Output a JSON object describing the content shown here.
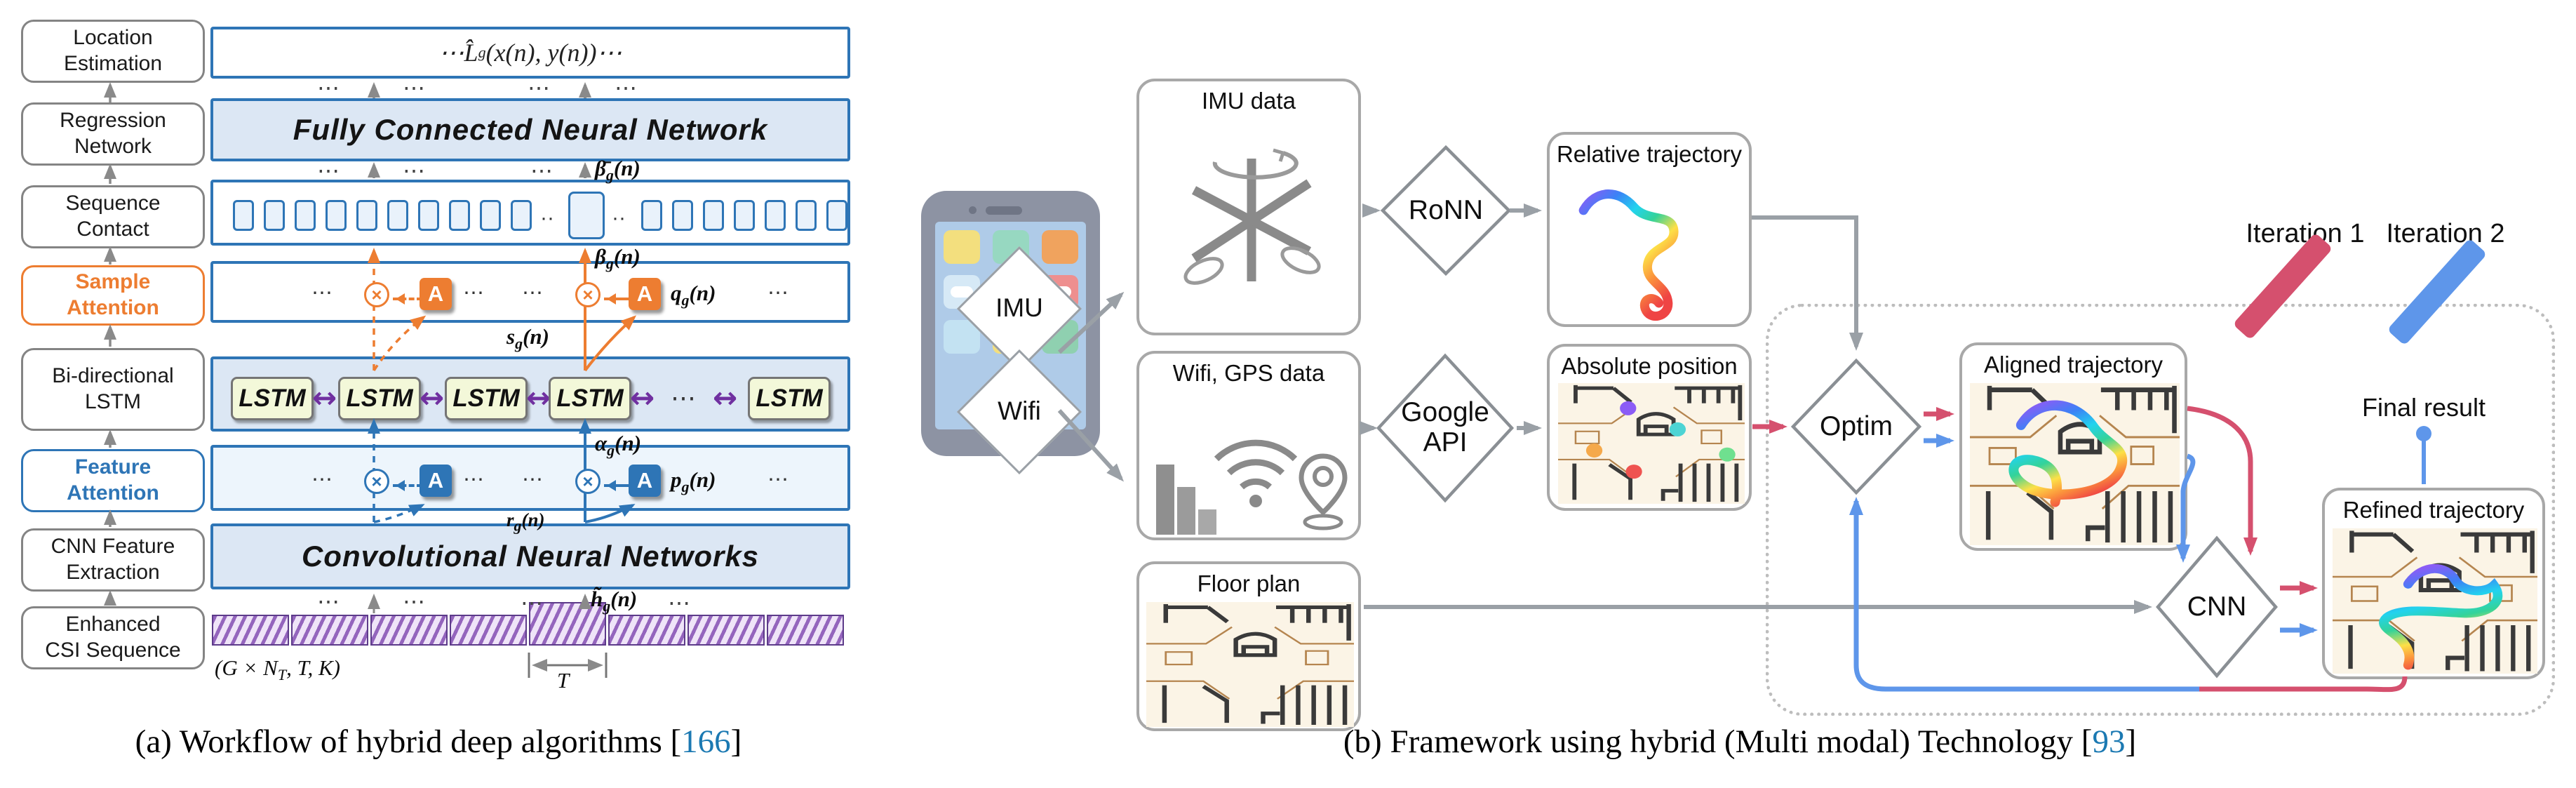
{
  "colors": {
    "accent_blue": "#2E75B6",
    "accent_orange": "#ED7D31",
    "purple": "#7030A0",
    "box_fill_blue": "#DCE7F4",
    "lstm_pill_fill": "#F3F8D9",
    "csi_purple": "#5D3B8A",
    "flow_red": "#D5506E",
    "flow_blue": "#5E96EA",
    "gray_arrow": "#9AA0A6",
    "citation_blue": "#1B79B2"
  },
  "captions": {
    "a": {
      "pre": "(a) Workflow of hybrid deep algorithms [",
      "ref": "166",
      "post": "]"
    },
    "b": {
      "pre": "(b) Framework using hybrid (Multi modal) Technology [",
      "ref": "93",
      "post": "]"
    }
  },
  "left": {
    "dots": "⋯",
    "dots_small": "··",
    "labels": {
      "location": {
        "l1": "Location",
        "l2": "Estimation"
      },
      "regression": {
        "l1": "Regression",
        "l2": "Network"
      },
      "sequence": {
        "l1": "Sequence",
        "l2": "Contact"
      },
      "sample": {
        "l1": "Sample",
        "l2": "Attention"
      },
      "bilstm": {
        "l1": "Bi-directional",
        "l2": "LSTM"
      },
      "feature": {
        "l1": "Feature",
        "l2": "Attention"
      },
      "cnnfeat": {
        "l1": "CNN Feature",
        "l2": "Extraction"
      },
      "csi": {
        "l1": "Enhanced",
        "l2": "CSI Sequence"
      }
    },
    "blocks": {
      "fcnn": "Fully Connected Neural Network",
      "cnn": "Convolutional Neural Networks",
      "lstm": "LSTM",
      "attention": "A",
      "otimes": "×",
      "link": "↔"
    },
    "math": {
      "formula": {
        "pre": "⋯",
        "base": "L̂",
        "sub": "g",
        "tail": "(x(n), y(n))",
        "post": "⋯"
      },
      "beta_bar": {
        "base": "β̄",
        "sub": "g",
        "tail": "(n)"
      },
      "beta": {
        "base": "β",
        "sub": "g",
        "tail": "(n)"
      },
      "q": {
        "base": "q",
        "sub": "g",
        "tail": "(n)"
      },
      "s": {
        "base": "s",
        "sub": "g",
        "tail": "(n)"
      },
      "alpha": {
        "base": "α",
        "sub": "g",
        "tail": "(n)"
      },
      "p": {
        "base": "p",
        "sub": "g",
        "tail": "(n)"
      },
      "r": {
        "base": "r",
        "sub": "g",
        "tail": "(n)"
      },
      "h": {
        "base": "h̃",
        "sub": "g",
        "tail": "(n)"
      },
      "dims": {
        "base": "(G × N",
        "sub": "T",
        "tail": ", T, K)"
      },
      "t": "T"
    }
  },
  "right": {
    "phone": {
      "imu": "IMU",
      "wifi": "Wifi"
    },
    "boxes": {
      "imu": "IMU data",
      "wifi": "Wifi, GPS data",
      "floor": "Floor plan",
      "relative": "Relative trajectory",
      "absolute": "Absolute position",
      "aligned": "Aligned trajectory",
      "refined": "Refined trajectory"
    },
    "diamonds": {
      "ronn": "RoNN",
      "google1": "Google",
      "google2": "API",
      "optim": "Optim",
      "cnn": "CNN"
    },
    "legend": {
      "it1": "Iteration 1",
      "it2": "Iteration 2"
    },
    "final": "Final result"
  }
}
